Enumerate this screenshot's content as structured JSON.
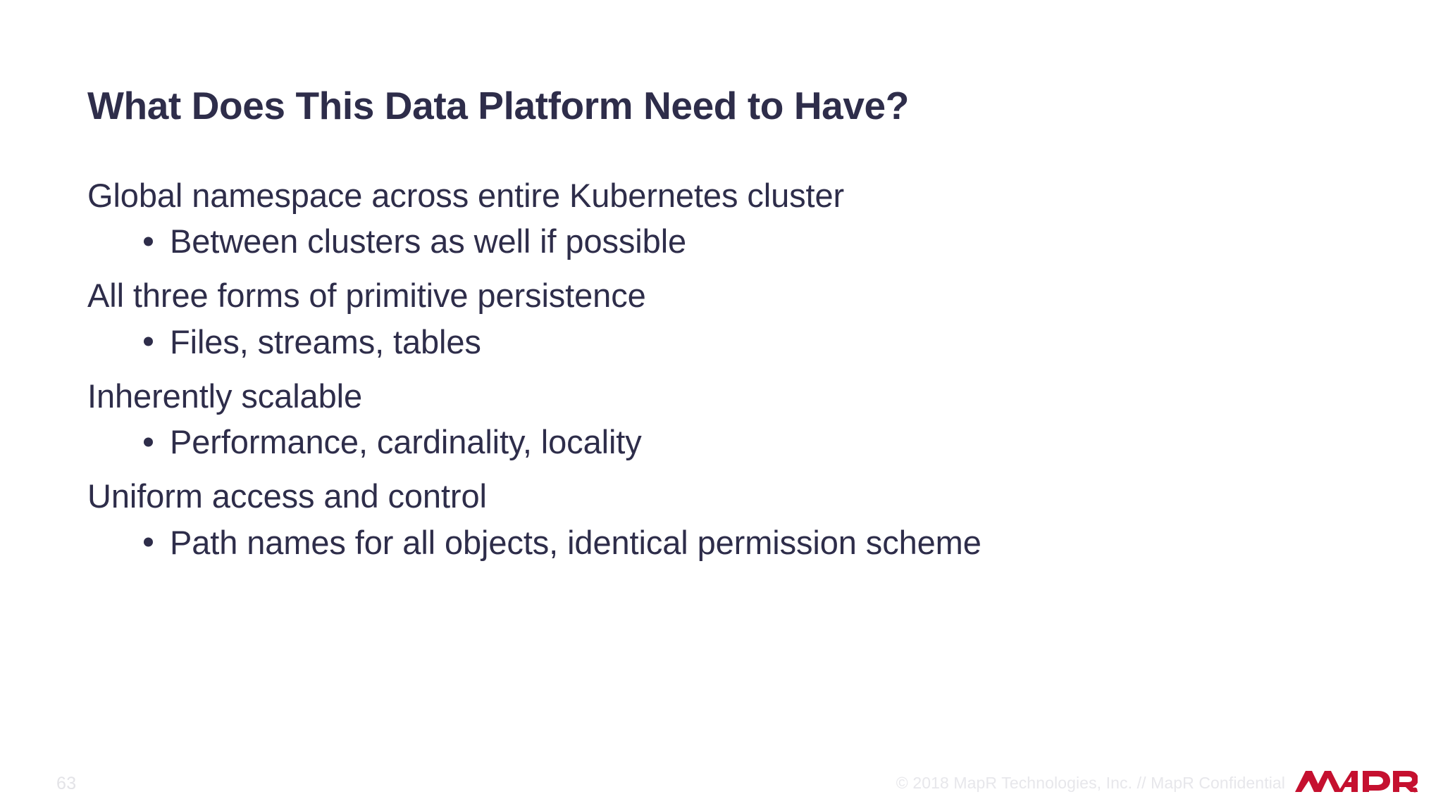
{
  "slide": {
    "title": "What Does This Data Platform Need to Have?",
    "background_color": "#FFFFFF",
    "text_color": "#2E2D4A",
    "footer_text_color": "#E5E5E9",
    "brand_color": "#C5102F"
  },
  "content": {
    "groups": [
      {
        "heading": "Global namespace across entire Kubernetes cluster",
        "sub": "Between clusters as well if possible"
      },
      {
        "heading": "All three forms of primitive persistence",
        "sub": "Files, streams, tables"
      },
      {
        "heading": "Inherently scalable",
        "sub": "Performance, cardinality, locality"
      },
      {
        "heading": "Uniform access and control",
        "sub": "Path names for all objects, identical permission scheme"
      }
    ]
  },
  "footer": {
    "page_number": "63",
    "legal": "© 2018 MapR Technologies, Inc.  //   MapR Confidential",
    "logo_text": "MAPR."
  }
}
